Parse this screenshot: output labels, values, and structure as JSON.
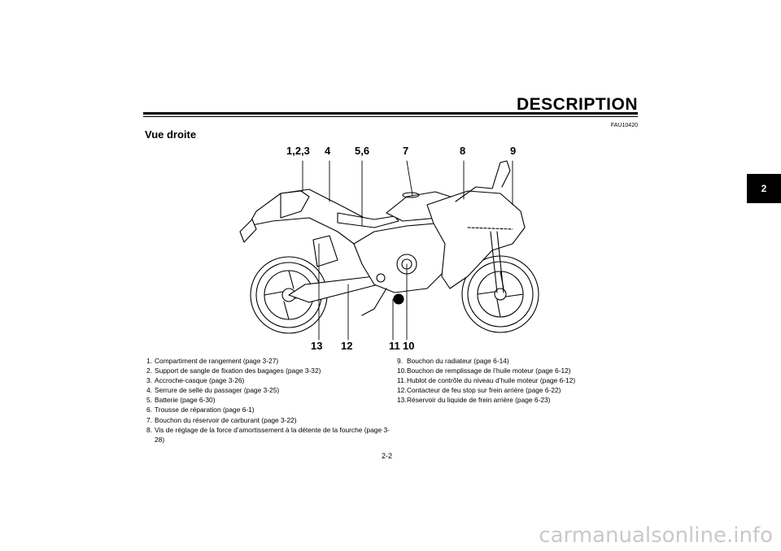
{
  "header": {
    "title": "DESCRIPTION",
    "doc_code": "FAU10420"
  },
  "section": {
    "title": "Vue droite"
  },
  "chapter_tab": "2",
  "callouts": {
    "c123": "1,2,3",
    "c4": "4",
    "c56": "5,6",
    "c7": "7",
    "c8": "8",
    "c9": "9",
    "c13": "13",
    "c12": "12",
    "c11": "11",
    "c10": "10"
  },
  "legend_left": [
    {
      "n": "1.",
      "t": "Compartiment de rangement (page 3-27)"
    },
    {
      "n": "2.",
      "t": "Support de sangle de fixation des bagages (page 3-32)"
    },
    {
      "n": "3.",
      "t": "Accroche-casque (page 3-26)"
    },
    {
      "n": "4.",
      "t": "Serrure de selle du passager (page 3-25)"
    },
    {
      "n": "5.",
      "t": "Batterie (page 6-30)"
    },
    {
      "n": "6.",
      "t": "Trousse de réparation (page 6-1)"
    },
    {
      "n": "7.",
      "t": "Bouchon du réservoir de carburant (page 3-22)"
    },
    {
      "n": "8.",
      "t": "Vis de réglage de la force d’amortissement à la détente de la fourche (page 3-28)"
    }
  ],
  "legend_right": [
    {
      "n": "9.",
      "t": "Bouchon du radiateur (page 6-14)"
    },
    {
      "n": "10.",
      "t": "Bouchon de remplissage de l’huile moteur (page 6-12)"
    },
    {
      "n": "11.",
      "t": "Hublot de contrôle du niveau d’huile moteur (page 6-12)"
    },
    {
      "n": "12.",
      "t": "Contacteur de feu stop sur frein arrière (page 6-22)"
    },
    {
      "n": "13.",
      "t": "Réservoir du liquide de frein arrière (page 6-23)"
    }
  ],
  "page_number": "2-2",
  "watermark": "carmanualsonline.info"
}
